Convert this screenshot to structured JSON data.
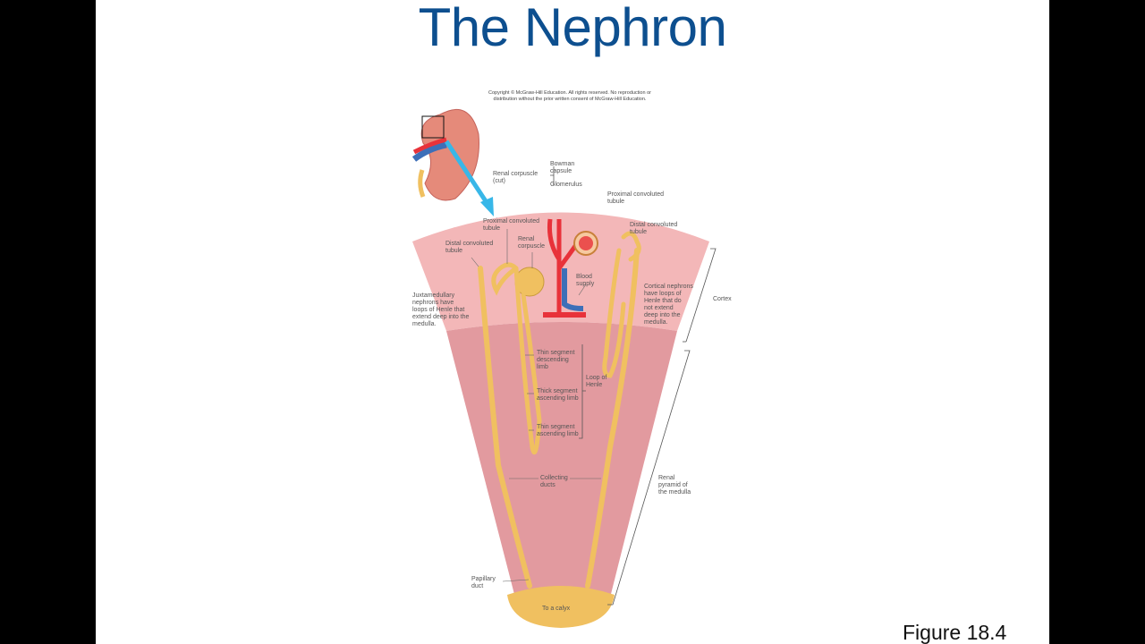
{
  "slide": {
    "title": "The Nephron",
    "copyright_line1": "Copyright © McGraw-Hill Education. All rights reserved. No reproduction or",
    "copyright_line2": "distribution without the prior written consent of McGraw-Hill Education.",
    "figure_ref": "Figure 18.4"
  },
  "colors": {
    "title": "#0d4f8f",
    "cortex": "#f3b7b8",
    "medulla": "#e29a9f",
    "tubule": "#f0c060",
    "artery": "#e8323a",
    "vein": "#3d6fb8",
    "arrow": "#38b7e8",
    "kidney": "#e58a7a"
  },
  "labels": {
    "renal_corpuscle_cut": [
      "Renal corpuscle",
      "(cut)"
    ],
    "bowman_capsule": [
      "Bowman",
      "capsule"
    ],
    "glomerulus": [
      "Glomerulus"
    ],
    "pct_right": [
      "Proximal convoluted",
      "tubule"
    ],
    "dct_right": [
      "Distal convoluted",
      "tubule"
    ],
    "pct_left": [
      "Proximal convoluted",
      "tubule"
    ],
    "dct_left": [
      "Distal convoluted",
      "tubule"
    ],
    "renal_corpuscle": [
      "Renal",
      "corpuscle"
    ],
    "blood_supply": [
      "Blood",
      "supply"
    ],
    "juxtamedullary": [
      "Juxtamedullary",
      "nephrons have",
      "loops of Henle that",
      "extend deep into the",
      "medulla."
    ],
    "cortical": [
      "Cortical nephrons",
      "have loops of",
      "Henle that do",
      "not extend",
      "deep into the",
      "medulla."
    ],
    "cortex": [
      "Cortex"
    ],
    "thin_descending": [
      "Thin segment",
      "descending",
      "limb"
    ],
    "thick_ascending": [
      "Thick segment",
      "ascending limb"
    ],
    "thin_ascending": [
      "Thin segment",
      "ascending limb"
    ],
    "loop_of_henle": [
      "Loop of",
      "Henle"
    ],
    "collecting_ducts": [
      "Collecting",
      "ducts"
    ],
    "renal_pyramid": [
      "Renal",
      "pyramid of",
      "the medulla"
    ],
    "papillary_duct": [
      "Papillary",
      "duct"
    ],
    "to_calyx": [
      "To a calyx"
    ]
  }
}
